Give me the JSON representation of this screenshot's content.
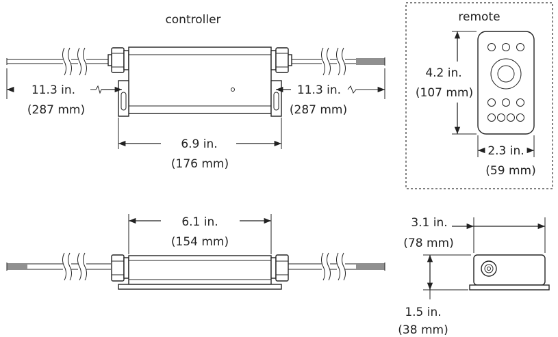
{
  "labels": {
    "controller": "controller",
    "remote": "remote"
  },
  "dimensions": {
    "lead_left_in": "11.3 in.",
    "lead_left_mm": "(287 mm)",
    "lead_right_in": "11.3 in.",
    "lead_right_mm": "(287 mm)",
    "ctrl_len_in": "6.9 in.",
    "ctrl_len_mm": "(176 mm)",
    "remote_h_in": "4.2 in.",
    "remote_h_mm": "(107 mm)",
    "remote_w_in": "2.3 in.",
    "remote_w_mm": "(59 mm)",
    "side_len_in": "6.1 in.",
    "side_len_mm": "(154 mm)",
    "end_w_in": "3.1 in.",
    "end_w_mm": "(78 mm)",
    "end_h_in": "1.5 in.",
    "end_h_mm": "(38 mm)"
  }
}
